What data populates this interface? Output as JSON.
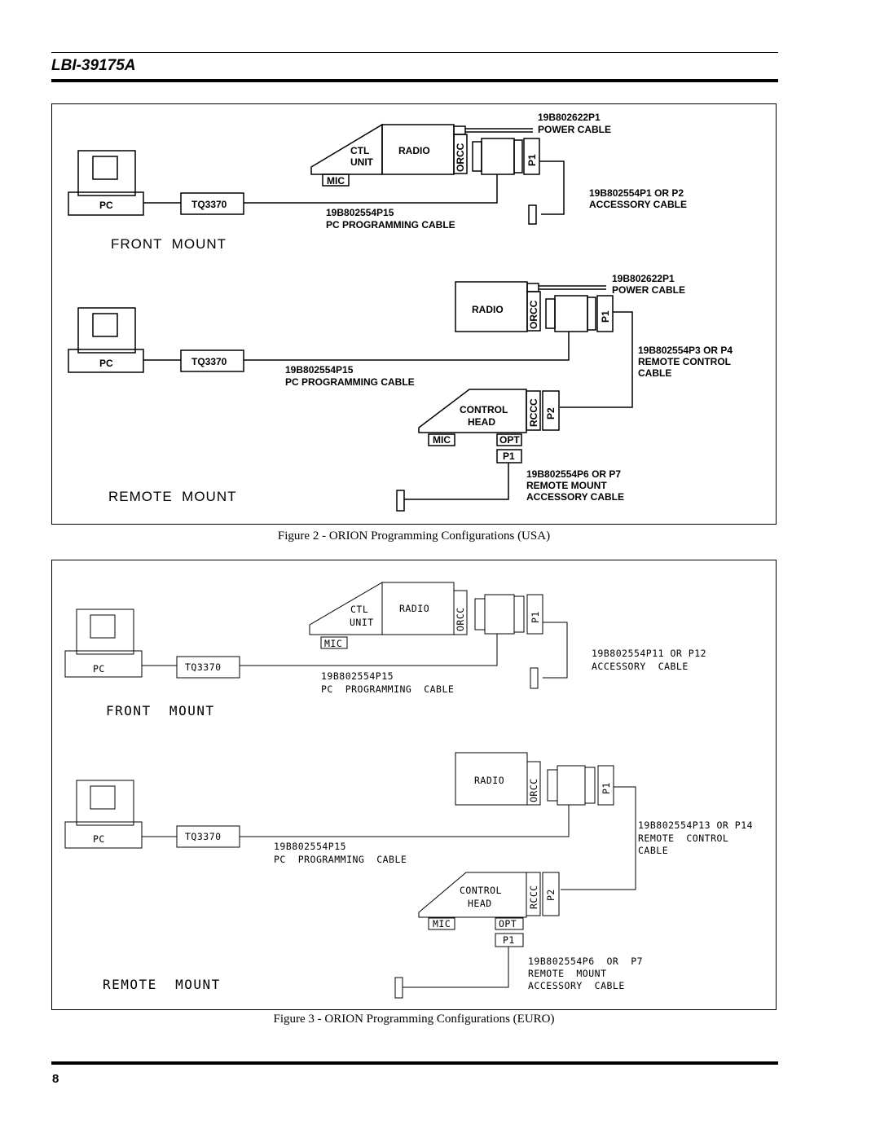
{
  "header": {
    "doc_id": "LBI-39175A"
  },
  "figure2": {
    "caption": "Figure 2 - ORION Programming Configurations (USA)",
    "front": {
      "section_label": "FRONT  MOUNT",
      "pc": "PC",
      "tq": "TQ3370",
      "ctl1": "CTL",
      "ctl2": "UNIT",
      "radio": "RADIO",
      "orcc": "ORCC",
      "p1": "P1",
      "mic": "MIC",
      "power_pn": "19B802622P1",
      "power_name": "POWER  CABLE",
      "acc_pn": "19B802554P1  OR  P2",
      "acc_name": "ACCESSORY  CABLE",
      "prog_pn": "19B802554P15",
      "prog_name": "PC  PROGRAMMING  CABLE"
    },
    "remote": {
      "section_label": "REMOTE  MOUNT",
      "pc": "PC",
      "tq": "TQ3370",
      "radio": "RADIO",
      "orcc": "ORCC",
      "p1": "P1",
      "power_pn": "19B802622P1",
      "power_name": "POWER  CABLE",
      "rc_pn": "19B802554P3  OR  P4",
      "rc_name1": "REMOTE  CONTROL",
      "rc_name2": "CABLE",
      "prog_pn": "19B802554P15",
      "prog_name": "PC  PROGRAMMING  CABLE",
      "ch1": "CONTROL",
      "ch2": "HEAD",
      "rccc": "RCCC",
      "p2": "P2",
      "mic": "MIC",
      "opt": "OPT",
      "p1b": "P1",
      "racc_pn": "19B802554P6  OR  P7",
      "racc_name1": "REMOTE  MOUNT",
      "racc_name2": "ACCESSORY  CABLE"
    }
  },
  "figure3": {
    "caption": "Figure 3 - ORION Programming Configurations (EURO)",
    "front": {
      "section_label": "FRONT  MOUNT",
      "pc": "PC",
      "tq": "TQ3370",
      "ctl1": "CTL",
      "ctl2": "UNIT",
      "radio": "RADIO",
      "orcc": "ORCC",
      "p1": "P1",
      "mic": "MIC",
      "acc_pn": "19B802554P11 OR P12",
      "acc_name": "ACCESSORY  CABLE",
      "prog_pn": "19B802554P15",
      "prog_name": "PC  PROGRAMMING  CABLE"
    },
    "remote": {
      "section_label": "REMOTE  MOUNT",
      "pc": "PC",
      "tq": "TQ3370",
      "radio": "RADIO",
      "orcc": "ORCC",
      "p1": "P1",
      "rc_pn": "19B802554P13 OR P14",
      "rc_name1": "REMOTE  CONTROL",
      "rc_name2": "CABLE",
      "prog_pn": "19B802554P15",
      "prog_name": "PC  PROGRAMMING  CABLE",
      "ch1": "CONTROL",
      "ch2": "HEAD",
      "rccc": "RCCC",
      "p2": "P2",
      "mic": "MIC",
      "opt": "OPT",
      "p1b": "P1",
      "racc_pn": "19B802554P6  OR  P7",
      "racc_name1": "REMOTE  MOUNT",
      "racc_name2": "ACCESSORY  CABLE"
    }
  },
  "footer": {
    "page_number": "8"
  }
}
